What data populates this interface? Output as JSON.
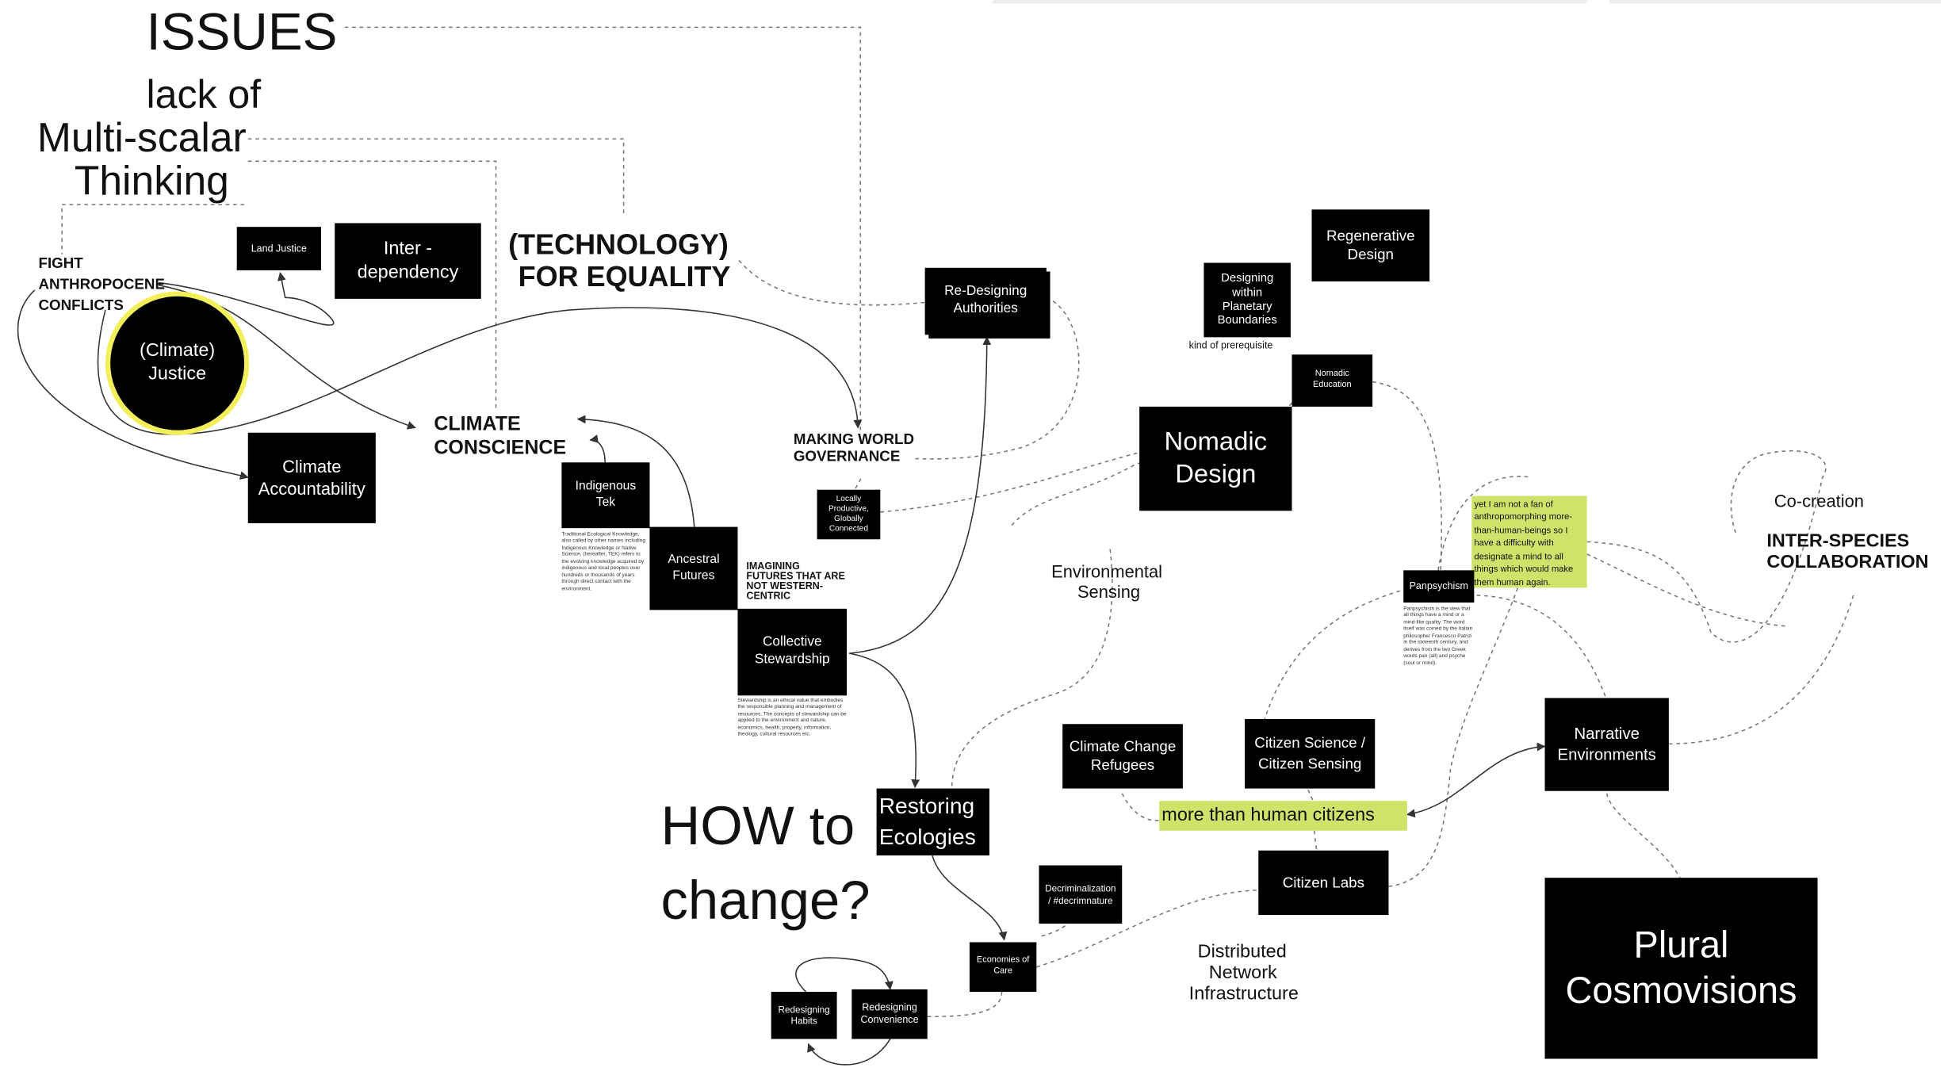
{
  "headings": {
    "issues": "ISSUES",
    "lack_of": "lack of",
    "multi_scalar": "Multi-scalar",
    "thinking": "Thinking",
    "how_to": "HOW to",
    "change": "change?"
  },
  "labels": {
    "fight": "FIGHT",
    "anthropocene": "ANTHROPOCENE",
    "conflicts": "CONFLICTS",
    "technology": "(TECHNOLOGY)",
    "for_equality": "FOR EQUALITY",
    "climate": "CLIMATE",
    "conscience": "CONSCIENCE",
    "making_world": "MAKING WORLD",
    "governance": "GOVERNANCE",
    "imagining_1": "IMAGINING",
    "imagining_2": "FUTURES THAT ARE",
    "imagining_3": "NOT WESTERN-",
    "imagining_4": "CENTRIC",
    "env_1": "Environmental",
    "env_2": "Sensing",
    "kind_of": "kind of prerequisite",
    "co_creation": "Co-creation",
    "inter_species_1": "INTER-SPECIES",
    "inter_species_2": "COLLABORATION",
    "dni_1": "Distributed",
    "dni_2": "Network",
    "dni_3": "Infrastructure",
    "more_than_human": "more than human citizens"
  },
  "nodes": {
    "land_justice": "Land Justice",
    "inter_dependency_1": "Inter -",
    "inter_dependency_2": "dependency",
    "climate_justice_1": "(Climate)",
    "climate_justice_2": "Justice",
    "climate_accountability_1": "Climate",
    "climate_accountability_2": "Accountability",
    "indigenous_tek_1": "Indigenous",
    "indigenous_tek_2": "Tek",
    "ancestral_futures_1": "Ancestral",
    "ancestral_futures_2": "Futures",
    "collective_stewardship_1": "Collective",
    "collective_stewardship_2": "Stewardship",
    "redesigning_authorities_1": "Re-Designing",
    "redesigning_authorities_2": "Authorities",
    "locally_1": "Locally",
    "locally_2": "Productive,",
    "locally_3": "Globally",
    "locally_4": "Connected",
    "regenerative_1": "Regenerative",
    "regenerative_2": "Design",
    "planetary_1": "Designing",
    "planetary_2": "within",
    "planetary_3": "Planetary",
    "planetary_4": "Boundaries",
    "nomadic_education_1": "Nomadic",
    "nomadic_education_2": "Education",
    "nomadic_design_1": "Nomadic",
    "nomadic_design_2": "Design",
    "panpsychism": "Panpsychism",
    "climate_refugees_1": "Climate Change",
    "climate_refugees_2": "Refugees",
    "citizen_science_1": "Citizen Science /",
    "citizen_science_2": "Citizen Sensing",
    "narrative_1": "Narrative",
    "narrative_2": "Environments",
    "restoring_1": "Restoring",
    "restoring_2": "Ecologies",
    "decriminalization_1": "Decriminalization",
    "decriminalization_2": "/ #decrimnature",
    "citizen_labs": "Citizen Labs",
    "economies_1": "Economies of",
    "economies_2": "Care",
    "habits_1": "Redesigning",
    "habits_2": "Habits",
    "convenience_1": "Redesigning",
    "convenience_2": "Convenience",
    "plural_1": "Plural",
    "plural_2": "Cosmovisions"
  },
  "notes": {
    "tek": "Traditional Ecological Knowledge, also called by other names including Indigenous Knowledge or Native Science, (hereafter, TEK) refers to the evolving knowledge acquired by indigenous and local peoples over hundreds or thousands of years through direct contact with the environment.",
    "stewardship": "Stewardship is an ethical value that embodies the responsible planning and management of resources. The concepts of stewardship can be applied to the environment and nature, economics, health, property, information, theology, cultural resources etc.",
    "panpsychism": "Panpsychism is the view that all things have a mind or a mind-like quality. The word itself was coined by the Italian philosopher Francesco Patrizi in the sixteenth century, and derives from the two Greek words pan (all) and psyche (soul or mind).",
    "anthropomorphing": "yet I am not a fan of anthropomorphing more-than-human-beings so I have a difficulty with designate a mind to all things which would make them human again."
  },
  "colors": {
    "node": "#000000",
    "highlight": "#cfe36a",
    "justice_ring": "#f3ef5a",
    "connector": "#555555"
  }
}
